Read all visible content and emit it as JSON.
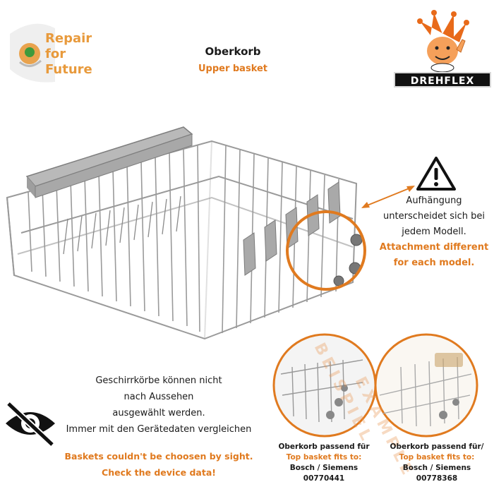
{
  "logo": {
    "text_lines": [
      "Repair",
      "for",
      "Future"
    ]
  },
  "title": {
    "de": "Oberkorb",
    "en": "Upper basket"
  },
  "brand": {
    "name": "DREHFLEX"
  },
  "warning": {
    "de_lines": [
      "Aufhängung",
      "unterscheidet sich bei",
      "jedem Modell."
    ],
    "en_lines": [
      "Attachment different",
      "for each model."
    ]
  },
  "note": {
    "de_lines": [
      "Geschirrkörbe können nicht",
      "nach Aussehen",
      "ausgewählt werden.",
      "Immer mit den Gerätedaten vergleichen"
    ],
    "en_lines": [
      "Baskets couldn't be choosen by sight.",
      "Check the device data!"
    ]
  },
  "examples": [
    {
      "title": "Oberkorb passend für",
      "fits": "Top basket fits to:",
      "brand": "Bosch / Siemens",
      "part": "00770441"
    },
    {
      "title": "Oberkorb passend für/",
      "fits": "Top basket fits to:",
      "brand": "Bosch / Siemens",
      "part": "00778368"
    }
  ],
  "watermarks": {
    "de": "BEISPIEL",
    "en": "EXAMPLE"
  },
  "colors": {
    "accent": "#e07a1f",
    "logo_orange": "#e89a3c",
    "wire": "#9a9a9a"
  }
}
